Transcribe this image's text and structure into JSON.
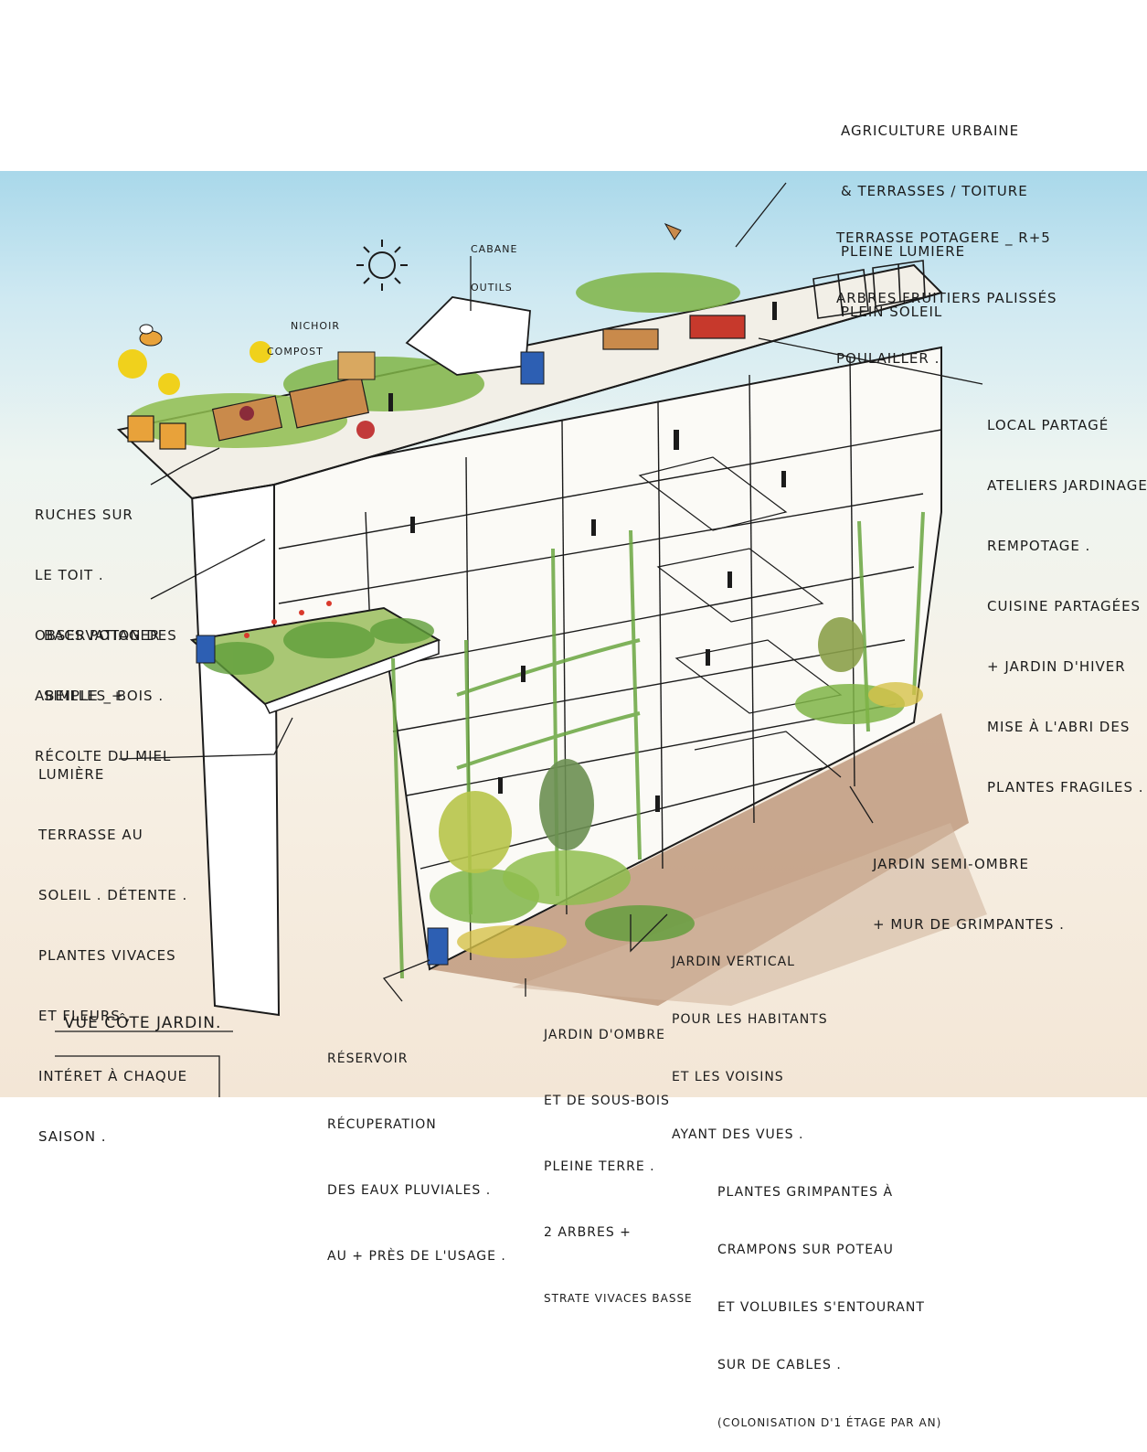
{
  "title": "VUE CÔTE JARDIN.",
  "annotations": {
    "toiture": [
      "AGRICULTURE URBAINE",
      "& TERRASSES / TOITURE",
      "PLEINE LUMIERE",
      "PLEIN SOLEIL"
    ],
    "terrasse_potagere": [
      "TERRASSE POTAGERE _ R+5",
      "ARBRES FRUITIERS PALISSÉS",
      "POULAILLER ."
    ],
    "cabane": [
      "CABANE",
      "OUTILS"
    ],
    "nichoir": "NICHOIR",
    "compost": "COMPOST",
    "local_partage": [
      "LOCAL PARTAGÉ",
      "ATELIERS JARDINAGE",
      "REMPOTAGE .",
      "CUISINE PARTAGÉES",
      "+ JARDIN D'HIVER",
      "MISE À L'ABRI DES",
      "PLANTES FRAGILES ."
    ],
    "ruches": [
      "RUCHES SUR",
      "LE TOIT .",
      "OBSERVATION DES",
      "ABEILLES +",
      "RÉCOLTE DU MIEL"
    ],
    "bacs": [
      "BACS POTAGER",
      "SIMPLE _ BOIS ."
    ],
    "lumiere": [
      "LUMIÈRE",
      "TERRASSE AU",
      "SOLEIL . DÉTENTE .",
      "PLANTES VIVACES",
      "ET FLEURS ,",
      "INTÉRET À CHAQUE",
      "SAISON ."
    ],
    "semi_ombre": [
      "JARDIN SEMI-OMBRE",
      "+ MUR DE GRIMPANTES ."
    ],
    "vertical": [
      "JARDIN VERTICAL",
      "POUR LES HABITANTS",
      "ET LES VOISINS",
      "AYANT DES VUES .",
      "PLANTES GRIMPANTES À",
      "CRAMPONS SUR POTEAU",
      "ET VOLUBILES S'ENTOURANT",
      "SUR DE CABLES .",
      "(COLONISATION D'1 ÉTAGE PAR AN)"
    ],
    "ombre": [
      "JARDIN D'OMBRE",
      "ET DE SOUS-BOIS",
      "PLEINE TERRE .",
      "2 ARBRES +",
      "STRATE VIVACES BASSE"
    ],
    "reservoir": [
      "RÉSERVOIR",
      "RÉCUPERATION",
      "DES EAUX PLUVIALES .",
      "AU + PRÈS DE L'USAGE ."
    ]
  },
  "colors": {
    "sky": "#a9d8ea",
    "ink": "#1b1b1b",
    "foliage": "#5f9e3a",
    "flower": "#f0d11c",
    "wood": "#c98a4b",
    "ground": "#a9826a",
    "water_tank": "#2d5fb3",
    "local_roof": "#c7392c"
  }
}
